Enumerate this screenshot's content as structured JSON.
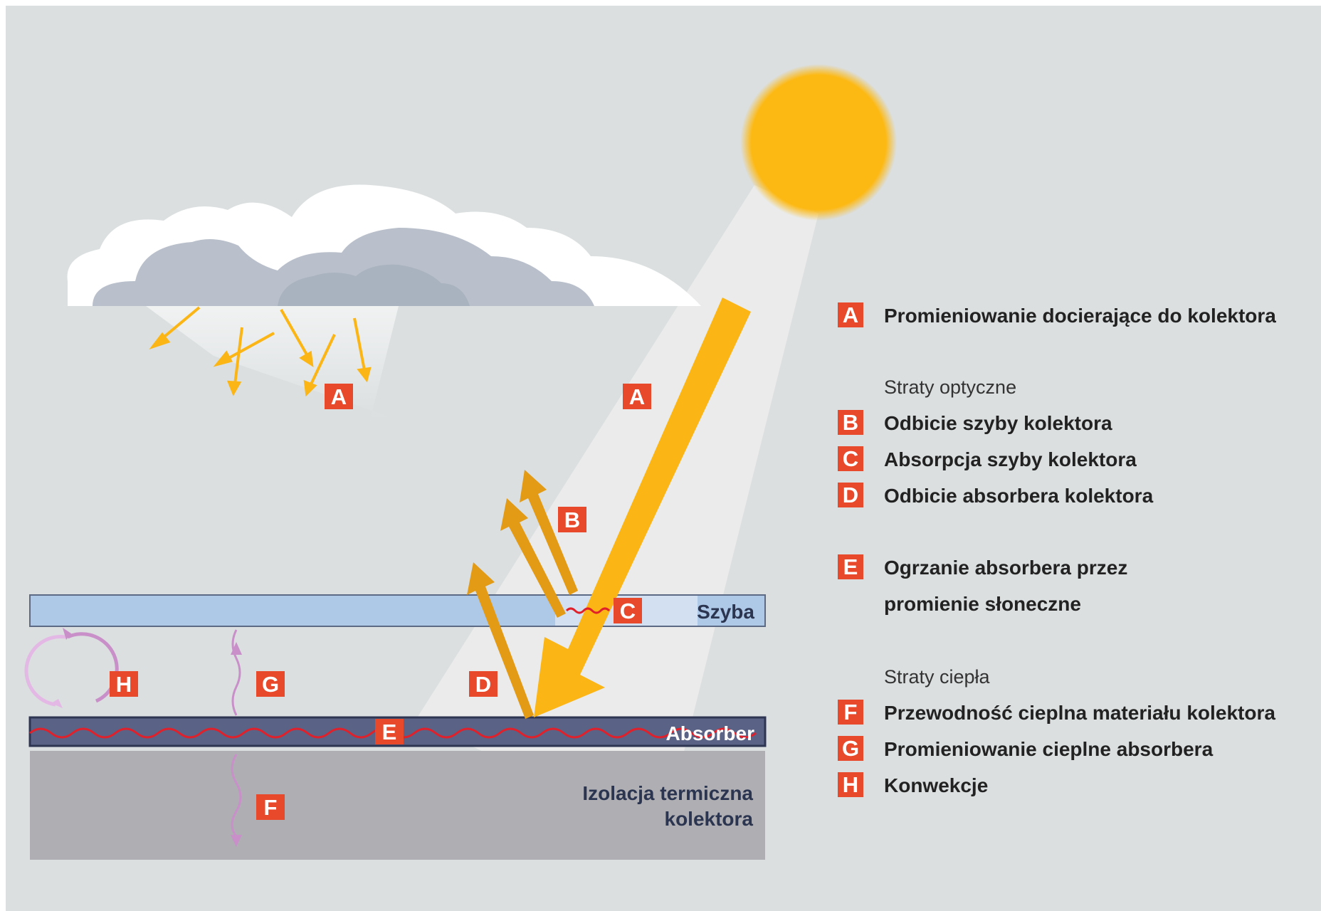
{
  "diagram": {
    "layers": {
      "glass": "Szyba",
      "absorber": "Absorber",
      "insulation_line1": "Izolacja termiczna",
      "insulation_line2": "kolektora"
    },
    "badges": {
      "a_cloud": "A",
      "a_sun": "A",
      "b": "B",
      "c": "C",
      "d": "D",
      "e": "E",
      "f": "F",
      "g": "G",
      "h": "H"
    }
  },
  "legend": {
    "a": {
      "key": "A",
      "text": "Promieniowanie docierające do kolektora"
    },
    "optical_heading": "Straty optyczne",
    "b": {
      "key": "B",
      "text": "Odbicie szyby kolektora"
    },
    "c": {
      "key": "C",
      "text": "Absorpcja szyby kolektora"
    },
    "d": {
      "key": "D",
      "text": "Odbicie absorbera kolektora"
    },
    "e": {
      "key": "E",
      "text_line1": "Ogrzanie absorbera przez",
      "text_line2": "promienie słoneczne"
    },
    "heat_heading": "Straty ciepła",
    "f": {
      "key": "F",
      "text": "Przewodność cieplna materiału kolektora"
    },
    "g": {
      "key": "G",
      "text": "Promieniowanie cieplne absorbera"
    },
    "h": {
      "key": "H",
      "text": "Konwekcje"
    }
  },
  "colors": {
    "background": "#dbdfe0",
    "badge": "#e8492a",
    "sun": "#fdb913",
    "glass": "#aec8e8",
    "absorber": "#5a6385",
    "insulation": "#aeaeb3",
    "reflection": "#e39a15",
    "heat_wave": "#e0202a",
    "convection": "#c98fc9"
  }
}
